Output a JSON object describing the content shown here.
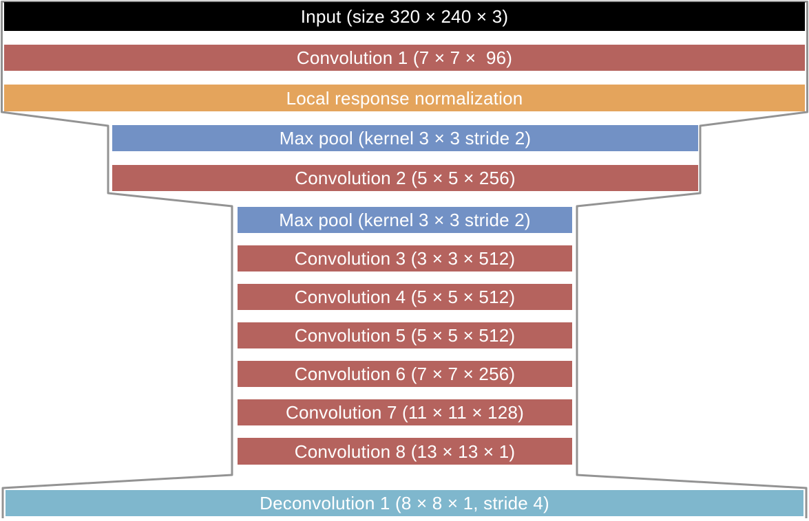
{
  "diagram": {
    "kind": "cnn-architecture-funnel",
    "colors": {
      "input_bar": "#000000",
      "convolution_bar": "#B5635E",
      "normalization_bar": "#E4A45C",
      "max_pool_bar": "#7291C5",
      "deconvolution_bar": "#7FB7CD",
      "funnel_outline": "#939393",
      "label_text": "#FFFFFF"
    },
    "layers": [
      {
        "id": "input",
        "type": "input",
        "label": "Input (size 320 × 240 × 3)"
      },
      {
        "id": "conv1",
        "type": "convolution",
        "label": "Convolution 1 (7 × 7 ×  96)"
      },
      {
        "id": "lrn",
        "type": "normalization",
        "label": "Local response normalization"
      },
      {
        "id": "maxpool1",
        "type": "max-pool",
        "label": "Max pool (kernel 3 × 3 stride 2)"
      },
      {
        "id": "conv2",
        "type": "convolution",
        "label": "Convolution 2 (5 × 5 × 256)"
      },
      {
        "id": "maxpool2",
        "type": "max-pool",
        "label": "Max pool (kernel 3 × 3 stride 2)"
      },
      {
        "id": "conv3",
        "type": "convolution",
        "label": "Convolution 3 (3 × 3 × 512)"
      },
      {
        "id": "conv4",
        "type": "convolution",
        "label": "Convolution 4 (5 × 5 × 512)"
      },
      {
        "id": "conv5",
        "type": "convolution",
        "label": "Convolution 5 (5 × 5 × 512)"
      },
      {
        "id": "conv6",
        "type": "convolution",
        "label": "Convolution 6 (7 × 7 × 256)"
      },
      {
        "id": "conv7",
        "type": "convolution",
        "label": "Convolution 7 (11 × 11 × 128)"
      },
      {
        "id": "conv8",
        "type": "convolution",
        "label": "Convolution 8 (13 × 13 × 1)"
      },
      {
        "id": "deconv1",
        "type": "deconvolution",
        "label": "Deconvolution 1 (8 × 8 × 1, stride 4)"
      }
    ]
  }
}
